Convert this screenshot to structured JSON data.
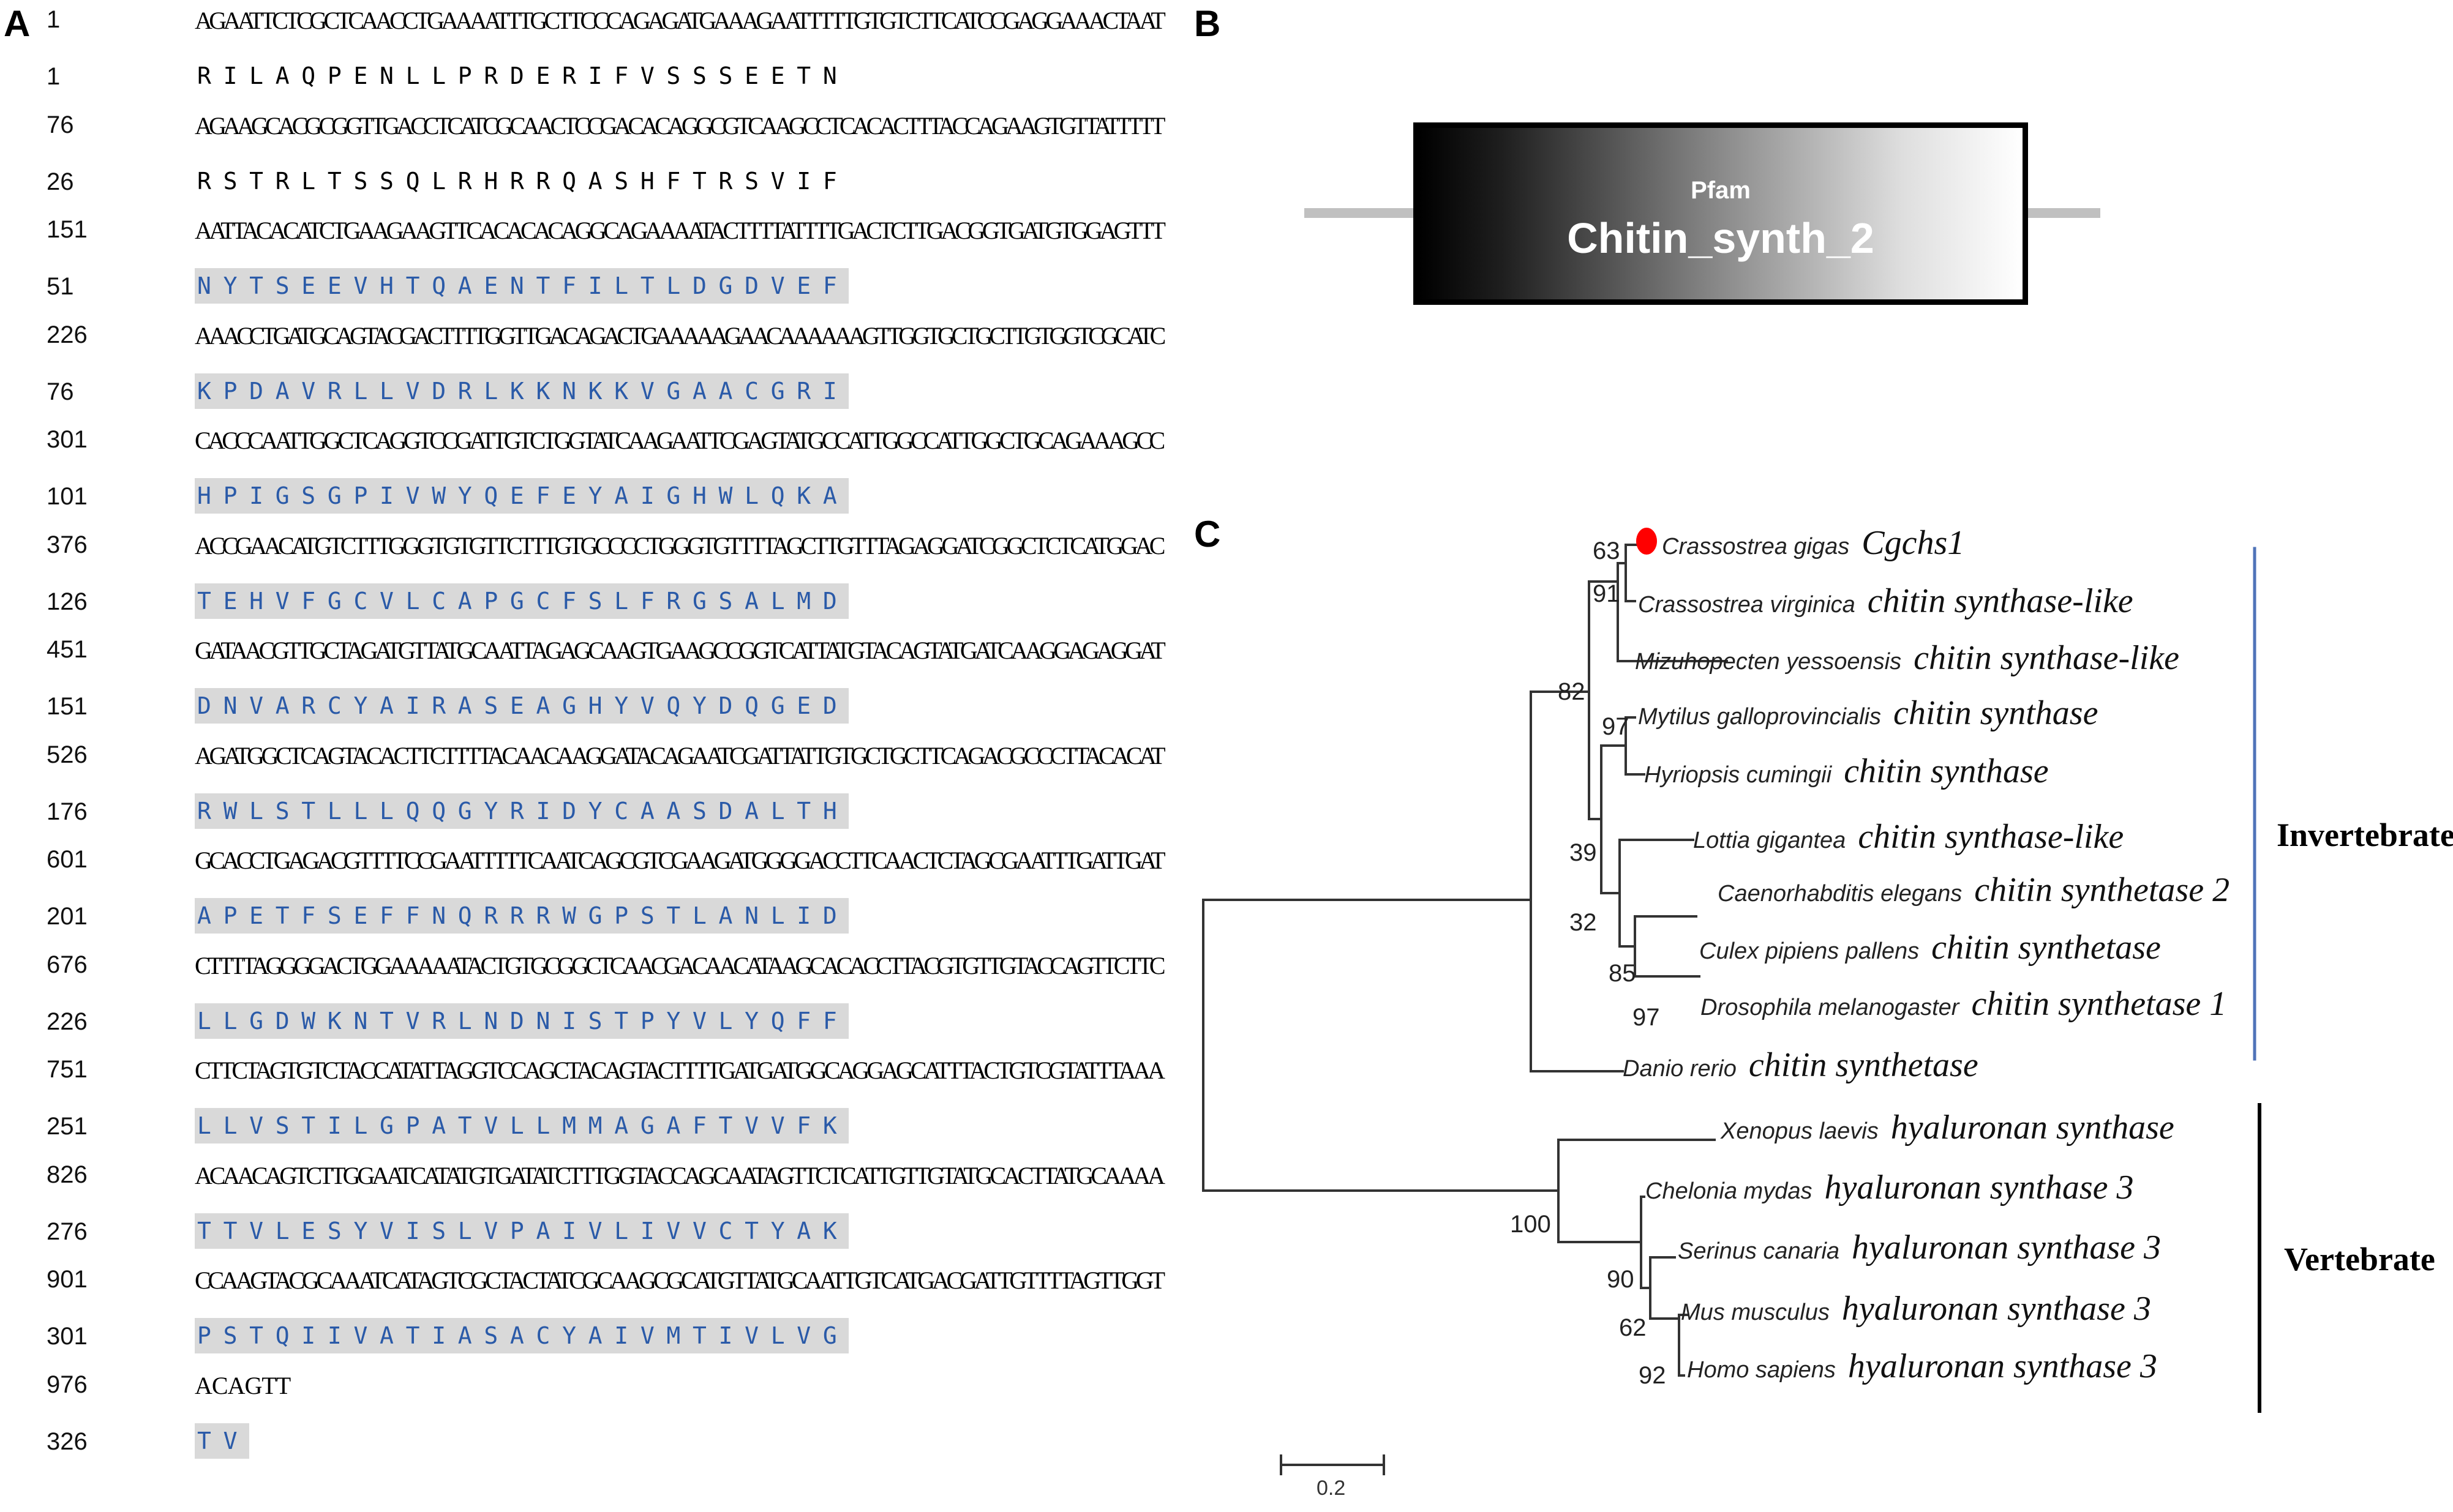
{
  "panels": {
    "a": "A",
    "b": "B",
    "c": "C"
  },
  "sequence_rows": [
    {
      "nt_num": "1",
      "nt": "AGAATTCTCGCTCAACCTGAAAATTTGCTTCCCAGAGATGAAAGAATTTTTGTGTCTTCATCCGAGGAAACTAAT",
      "aa_num": "1",
      "aa": "RILAQPENLLPRDERIFVSSSEETN",
      "domain": false
    },
    {
      "nt_num": "76",
      "nt": "AGAAGCACGCGGTTGACCTCATCGCAACTCCGACACAGGCGTCAAGCCTCACACTTTACCAGAAGTGTTATTTTT",
      "aa_num": "26",
      "aa": "RSTRLTSSQLRHRRQASHFTRSVIF",
      "domain": false
    },
    {
      "nt_num": "151",
      "nt": "AATTACACATCTGAAGAAGTTCACACACAGGCAGAAAATACTTTTATTTTGACTCTTGACGGTGATGTGGAGTTT",
      "aa_num": "51",
      "aa": "NYTSEEVHTQAENTFILTLDGDVEF",
      "domain": true
    },
    {
      "nt_num": "226",
      "nt": "AAACCTGATGCAGTACGACTTTTGGTTGACAGACTGAAAAAGAACAAAAAAGTTGGTGCTGCTTGTGGTCGCATC",
      "aa_num": "76",
      "aa": "KPDAVRLLVDRLKKNKKVGAACGRI",
      "domain": true
    },
    {
      "nt_num": "301",
      "nt": "CACCCAATTGGCTCAGGTCCGATTGTCTGGTATCAAGAATTCGAGTATGCCATTGGCCATTGGCTGCAGAAAGCC",
      "aa_num": "101",
      "aa": "HPIGSGPIVWYQEFEYAIGHWLQKA",
      "domain": true
    },
    {
      "nt_num": "376",
      "nt": "ACCGAACATGTCTTTGGGTGTGTTCTTTGTGCCCCTGGGTGTTTTAGCTTGTTTAGAGGATCGGCTCTCATGGAC",
      "aa_num": "126",
      "aa": "TEHVFGCVLCAPGCFSLFRGSALMD",
      "domain": true
    },
    {
      "nt_num": "451",
      "nt": "GATAACGTTGCTAGATGTTATGCAATTAGAGCAAGTGAAGCCGGTCATTATGTACAGTATGATCAAGGAGAGGAT",
      "aa_num": "151",
      "aa": "DNVARCYAIRASEAGHYVQYDQGED",
      "domain": true
    },
    {
      "nt_num": "526",
      "nt": "AGATGGCTCAGTACACTTCTTTTACAACAAGGATACAGAATCGATTATTGTGCTGCTTCAGACGCCCTTACACAT",
      "aa_num": "176",
      "aa": "RWLSTLLLQQGYRIDYCAASDALTH",
      "domain": true
    },
    {
      "nt_num": "601",
      "nt": "GCACCTGAGACGTTTTCCGAATTTTTCAATCAGCGTCGAAGATGGGGACCTTCAACTCTAGCGAATTTGATTGAT",
      "aa_num": "201",
      "aa": "APETFSEFFNQRRRWGPSTLANLID",
      "domain": true
    },
    {
      "nt_num": "676",
      "nt": "CTTTTAGGGGACTGGAAAAATACTGTGCGGCTCAACGACAACATAAGCACACCTTACGTGTTGTACCAGTTCTTC",
      "aa_num": "226",
      "aa": "LLGDWKNTVRLNDNISTPYVLYQFF",
      "domain": true
    },
    {
      "nt_num": "751",
      "nt": "CTTCTAGTGTCTACCATATTAGGTCCAGCTACAGTACTTTTGATGATGGCAGGAGCATTTACTGTCGTATTTAAA",
      "aa_num": "251",
      "aa": "LLVSTILGPATVLLMMAGAFTVVFK",
      "domain": true
    },
    {
      "nt_num": "826",
      "nt": "ACAACAGTCTTGGAATCATATGTGATATCTTTGGTACCAGCAATAGTTCTCATTGTTGTATGCACTTATGCAAAA",
      "aa_num": "276",
      "aa": "TTVLESYVISLVPAIVLIVVCTYAK",
      "domain": true
    },
    {
      "nt_num": "901",
      "nt": "CCAAGTACGCAAATCATAGTCGCTACTATCGCAAGCGCATGTTATGCAATTGTCATGACGATTGTTTTAGTTGGT",
      "aa_num": "301",
      "aa": "PSTQIIVATIASACYAIVMTIVLVG",
      "domain": true
    },
    {
      "nt_num": "976",
      "nt": "ACAGTT",
      "aa_num": "326",
      "aa": "TV",
      "domain": true
    }
  ],
  "domain": {
    "db": "Pfam",
    "name": "Chitin_synth_2",
    "colors": {
      "dark": "#000000",
      "light": "#ffffff",
      "line": "#c0c0c0"
    }
  },
  "tree": {
    "taxa": [
      {
        "species": "Crassostrea gigas",
        "gene": "Cgchs1",
        "highlight": true
      },
      {
        "species": "Crassostrea virginica",
        "gene": "chitin synthase-like"
      },
      {
        "species": "Mizuhopecten yessoensis",
        "gene": "chitin synthase-like"
      },
      {
        "species": "Mytilus galloprovincialis",
        "gene": "chitin synthase"
      },
      {
        "species": "Hyriopsis cumingii",
        "gene": "chitin synthase"
      },
      {
        "species": "Lottia gigantea",
        "gene": "chitin synthase-like"
      },
      {
        "species": "Caenorhabditis elegans",
        "gene": "chitin synthetase 2"
      },
      {
        "species": "Culex pipiens pallens",
        "gene": "chitin synthetase"
      },
      {
        "species": "Drosophila melanogaster",
        "gene": "chitin synthetase 1"
      },
      {
        "species": "Danio rerio",
        "gene": "chitin synthetase"
      },
      {
        "species": "Xenopus laevis",
        "gene": "hyaluronan synthase"
      },
      {
        "species": "Chelonia mydas",
        "gene": "hyaluronan synthase 3"
      },
      {
        "species": "Serinus canaria",
        "gene": "hyaluronan synthase 3"
      },
      {
        "species": "Mus musculus",
        "gene": "hyaluronan synthase 3"
      },
      {
        "species": "Homo sapiens",
        "gene": "hyaluronan synthase 3"
      }
    ],
    "bootstraps": [
      "63",
      "91",
      "82",
      "97",
      "39",
      "32",
      "85",
      "97",
      "100",
      "90",
      "62",
      "92"
    ],
    "groups": [
      {
        "label": "Invertebrate",
        "color": "#4f73b8"
      },
      {
        "label": "Vertebrate",
        "color": "#000000"
      }
    ],
    "scale": "0.2",
    "highlight_color": "#ff0000"
  }
}
